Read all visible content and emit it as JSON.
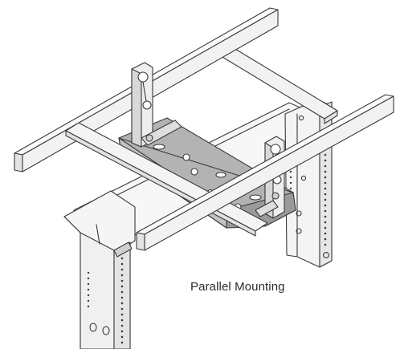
{
  "diagram": {
    "caption": "Parallel Mounting",
    "parts": [
      {
        "name": "ladder-rail-left"
      },
      {
        "name": "ladder-rail-right"
      },
      {
        "name": "ladder-rung-rear"
      },
      {
        "name": "ladder-rung-front"
      },
      {
        "name": "mounting-plate"
      },
      {
        "name": "j-bolt-bracket-left"
      },
      {
        "name": "j-bolt-bracket-right"
      },
      {
        "name": "rack-upright-left"
      },
      {
        "name": "rack-upright-right"
      }
    ],
    "colors": {
      "line": "#3a3a3a",
      "plate": "#b3b3b3",
      "plate_dark": "#9a9a9a",
      "metal": "#f2f2f2",
      "shadow": "#e4e4e4",
      "caption": "#2b2b2b"
    }
  }
}
